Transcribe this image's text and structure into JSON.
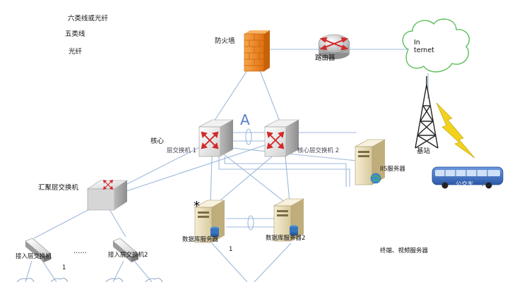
{
  "legend": {
    "item1": "六类线或光纤",
    "item2": "五类线",
    "item3": "光纤"
  },
  "nodes": {
    "firewall": "防火墙",
    "router": "路由器",
    "internet_line1": "In",
    "internet_line2": "ternet",
    "core_prefix": "核心",
    "core_switch_1": "层交换机 1",
    "core_switch_2": "核心层交换机 2",
    "link_marker": "A",
    "iis_server": "IIS服务器",
    "base_station": "基站",
    "bus": "公交车",
    "bus_suffix": ".",
    "aggregation_switch": "汇聚层交换机",
    "db_server_1": "数据库服务器",
    "db_server_1_suffix": "1",
    "db_server_2": "数据库服务器2",
    "asterisk": "*",
    "terminal_server": "终端、视频服务器",
    "access_switch_1": "接入层交换机",
    "access_switch_1_suffix": "1",
    "ellipsis": "……",
    "access_switch_2": "接入层交换机2"
  },
  "colors": {
    "link": "#9db8dc",
    "firewall": "#f08a24",
    "switch_body": "#e4e4e4",
    "switch_arrow": "#d22a2a",
    "server_body": "#ede3c5",
    "lightning": "#f2d21a",
    "bus": "#3b6fc4",
    "tower": "#222222"
  }
}
